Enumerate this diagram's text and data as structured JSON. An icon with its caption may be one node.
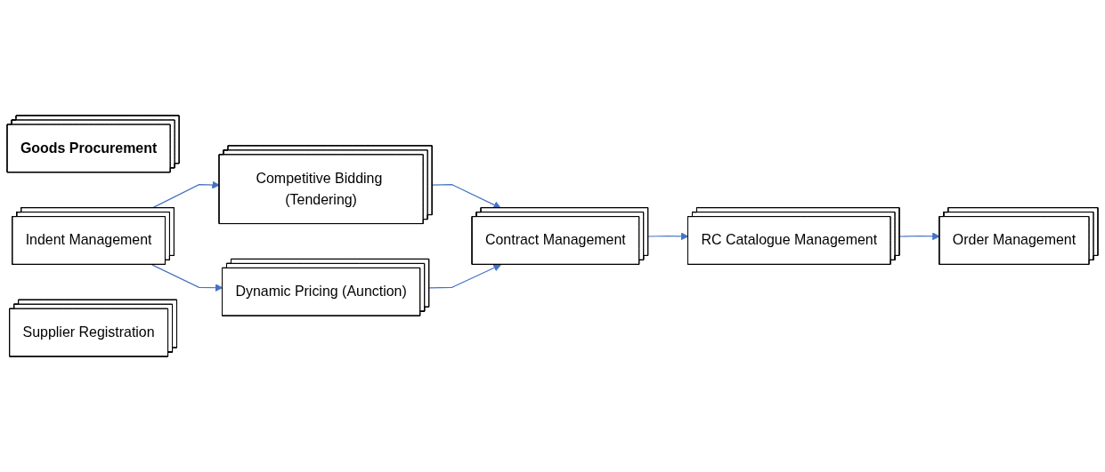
{
  "diagram": {
    "nodes": [
      {
        "text": [
          "Goods Procurement"
        ]
      },
      {
        "text": [
          "Indent Management"
        ]
      },
      {
        "text": [
          "Competitive Bidding (Tendering)"
        ]
      },
      {
        "text": [
          "Dynamic Pricing (Aunction)"
        ]
      },
      {
        "text": [
          "Contract Management"
        ]
      },
      {
        "text": [
          "RC Catalogue Management"
        ]
      },
      {
        "text": [
          "Order Management"
        ]
      },
      {
        "text": [
          "Supplier Registration"
        ]
      }
    ],
    "edges": [
      {
        "from": 1,
        "to": 2,
        "arrow": "to"
      },
      {
        "from": 1,
        "to": 3,
        "arrow": "to"
      },
      {
        "from": 2,
        "to": 4,
        "arrow": "to"
      },
      {
        "from": 3,
        "to": 4,
        "arrow": "to"
      },
      {
        "from": 4,
        "to": 5,
        "arrow": "to"
      },
      {
        "from": 5,
        "to": 6,
        "arrow": "to"
      }
    ]
  }
}
